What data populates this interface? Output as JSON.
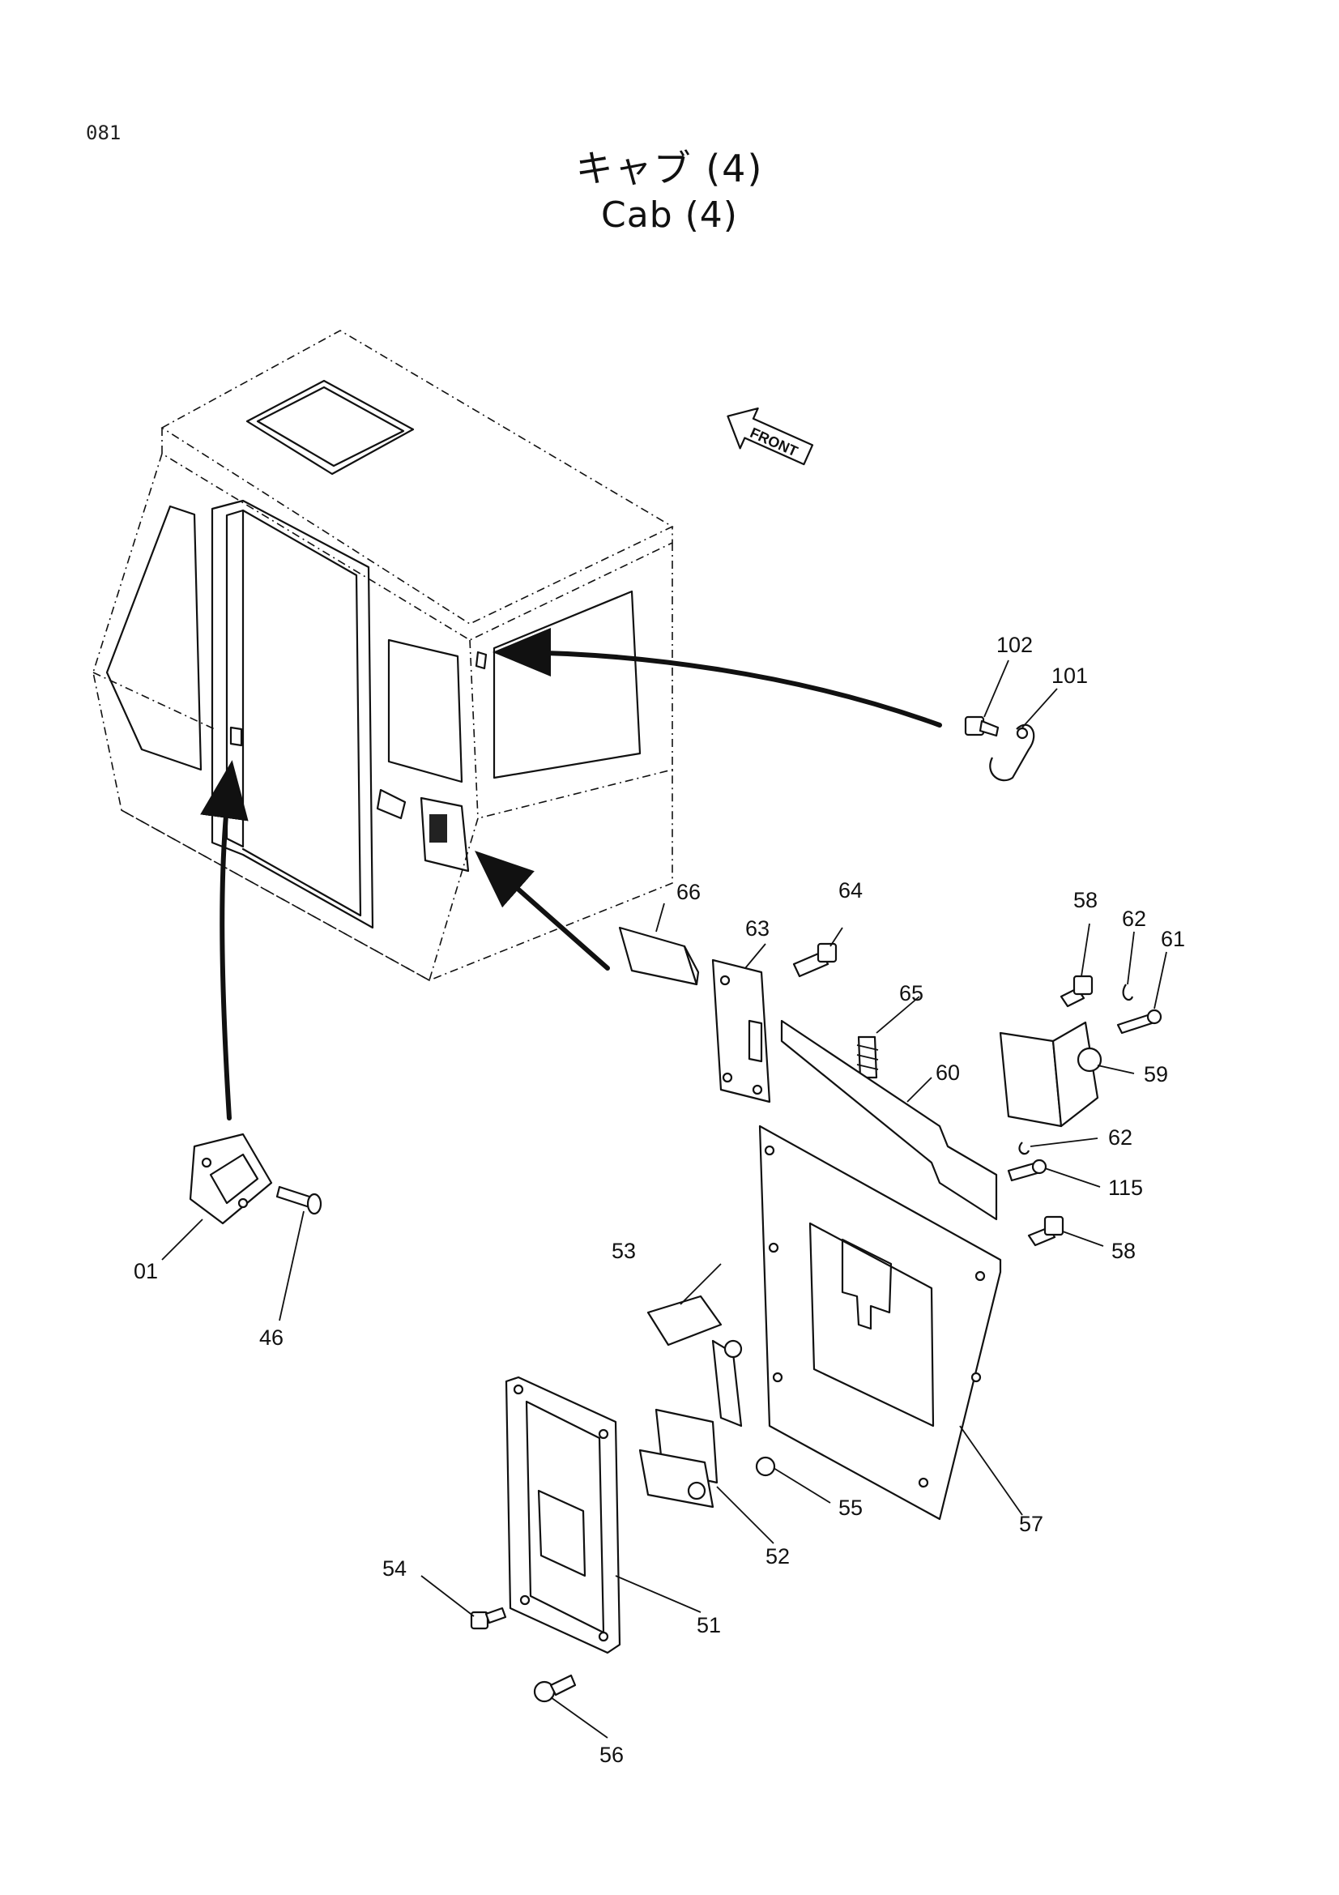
{
  "page": {
    "code": "081"
  },
  "title": {
    "jp": "キャブ (4)",
    "en": "Cab (4)"
  },
  "front_marker": {
    "label": "FRONT"
  },
  "callouts": [
    "01",
    "46",
    "51",
    "52",
    "53",
    "54",
    "55",
    "56",
    "57",
    "58",
    "58",
    "59",
    "60",
    "61",
    "62",
    "62",
    "63",
    "64",
    "65",
    "66",
    "101",
    "102",
    "115"
  ]
}
